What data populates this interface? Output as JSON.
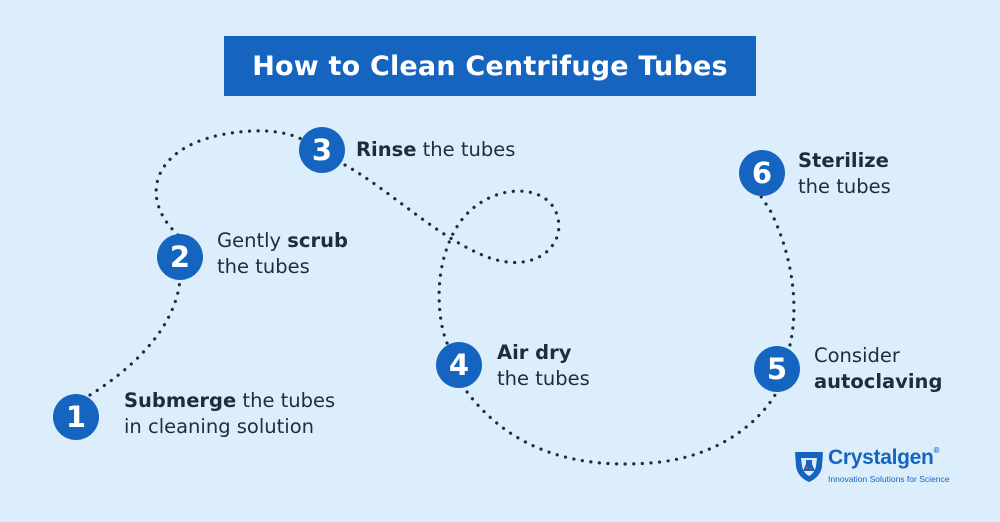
{
  "title": "How to Clean Centrifuge Tubes",
  "colors": {
    "background": "#dceefc",
    "accent": "#1565c0",
    "text": "#1e2d3b"
  },
  "steps": [
    {
      "number": "1",
      "line1_bold": "Submerge",
      "line1_rest": " the tubes",
      "line2": "in cleaning solution"
    },
    {
      "number": "2",
      "line1_plain": "Gently ",
      "line1_bold": "scrub",
      "line2": "the tubes"
    },
    {
      "number": "3",
      "line1_bold": "Rinse",
      "line1_rest": " the tubes"
    },
    {
      "number": "4",
      "line1_bold": "Air dry",
      "line2": "the tubes"
    },
    {
      "number": "5",
      "line1_plain": "Consider",
      "line2_bold": "autoclaving"
    },
    {
      "number": "6",
      "line1_bold": "Sterilize",
      "line2": "the tubes"
    }
  ],
  "logo": {
    "name": "Crystalgen",
    "reg": "®",
    "tagline": "Innovation Solutions for Science",
    "icon": "shield-flask-icon"
  }
}
